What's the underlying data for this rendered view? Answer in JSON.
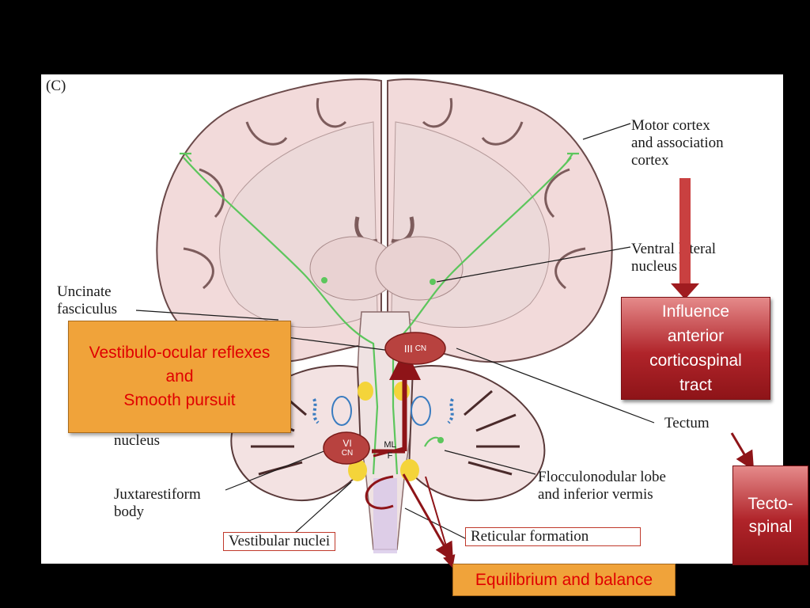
{
  "panel_label": "(C)",
  "labels": {
    "motor_cortex": [
      "Motor cortex",
      "and association",
      "cortex"
    ],
    "ventral_lateral": [
      "Ventral lateral",
      "nucleus"
    ],
    "uncinate": [
      "Uncinate",
      "fasciculus"
    ],
    "nucleus": "nucleus",
    "tectum": "Tectum",
    "flocculonodular": [
      "Flocculonodular lobe",
      "and inferior vermis"
    ],
    "juxtarestiform": [
      "Juxtarestiform",
      "body"
    ],
    "vestibular_nuclei": "Vestibular nuclei",
    "reticular_formation": "Reticular formation"
  },
  "callouts": {
    "voc": [
      "Vestibulo-ocular reflexes",
      "and",
      "Smooth pursuit"
    ],
    "corticospinal": [
      "Influence",
      "anterior",
      "corticospinal",
      "tract"
    ],
    "tectospinal": [
      "Tecto-",
      "spinal"
    ],
    "equilibrium": "Equilibrium and balance"
  },
  "nodes": {
    "iii": "III",
    "iii_sub": "CN",
    "vi": "VI",
    "vi_sub": "CN",
    "mlf": [
      "ML",
      "F"
    ]
  },
  "colors": {
    "callout_red": "#b0242a",
    "callout_orange": "#f0a33a",
    "callout_text": "#e00000",
    "node_fill": "#b8423f",
    "pathway": "#5cc65c",
    "arrow": "#8e1418"
  }
}
